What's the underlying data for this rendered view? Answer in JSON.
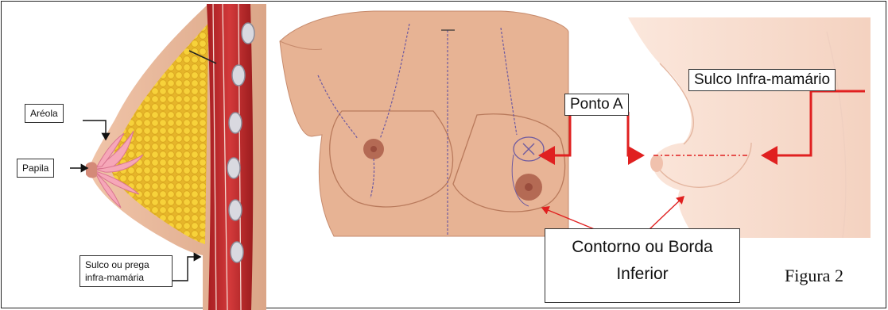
{
  "labels": {
    "areola": "Aréola",
    "papila": "Papila",
    "sulco_prega": "Sulco ou prega infra-mamária",
    "ponto_a": "Ponto A",
    "sulco_infra": "Sulco Infra-mamário",
    "contorno": "Contorno ou Borda Inferior"
  },
  "figure_caption": "Figura 2",
  "colors": {
    "arrow_red": "#e02020",
    "skin": "#e8b79a",
    "muscle": "#c0282a",
    "fat": "#f1c62e"
  }
}
